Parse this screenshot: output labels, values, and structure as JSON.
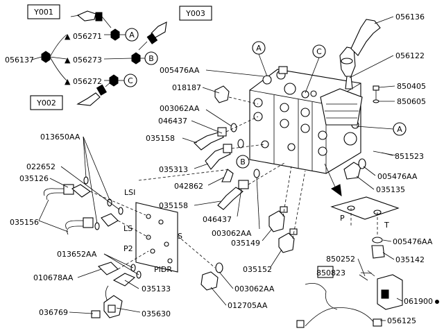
{
  "callouts": {
    "Y001": "Y001",
    "Y002": "Y002",
    "Y003": "Y003",
    "p056137": "056137",
    "p056271": "056271",
    "p056273": "056273",
    "p056272": "056272",
    "circleA": "A",
    "circleB": "B",
    "circleC": "C",
    "p005476AA_top": "005476AA",
    "p018187": "018187",
    "p003062AA_top": "003062AA",
    "p046437_top": "046437",
    "p035158_top": "035158",
    "p035313": "035313",
    "p042862": "042862",
    "p035158_mid": "035158",
    "p046437_mid": "046437",
    "p003062AA_mid": "003062AA",
    "p035149": "035149",
    "p035152": "035152",
    "p013650AA": "013650AA",
    "p022652": "022652",
    "p035126": "035126",
    "p035156": "035156",
    "p013652AA": "013652AA",
    "p010678AA": "010678AA",
    "p035133": "035133",
    "p035630": "035630",
    "p036769": "036769",
    "p003062AA_low": "003062AA",
    "p012705AA": "012705AA",
    "p056136": "056136",
    "p056122": "056122",
    "p850405": "850405",
    "p850605": "850605",
    "p851523": "851523",
    "p005476AA_right": "005476AA",
    "p035135": "035135",
    "p005476AA_low": "005476AA",
    "p035142": "035142",
    "p850252": "850252",
    "p850823": "850823",
    "p061900": "061900",
    "p056125": "056125",
    "port_LSI": "LSI",
    "port_LS": "LS",
    "port_S": "S",
    "port_P2": "P2",
    "port_PIDR": "PIDR",
    "port_P": "P",
    "port_T": "T"
  }
}
